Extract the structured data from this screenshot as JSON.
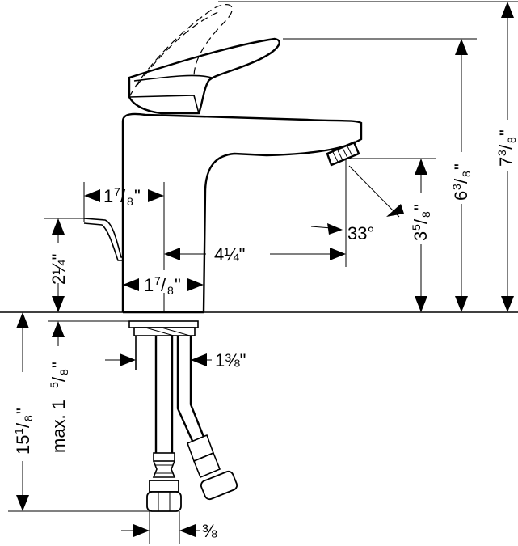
{
  "dimensions": {
    "overall_height": {
      "whole": "7",
      "num": "3",
      "den": "8",
      "unit": "\""
    },
    "handle_top_height": {
      "whole": "6",
      "num": "3",
      "den": "8",
      "unit": "\""
    },
    "spout_outlet_height": {
      "whole": "3",
      "num": "5",
      "den": "8",
      "unit": "\""
    },
    "spout_reach": {
      "text": "4¼\""
    },
    "spray_angle": {
      "text": "33°"
    },
    "lever_offset": {
      "whole": "1",
      "num": "7",
      "den": "8",
      "unit": "\""
    },
    "base_diameter": {
      "whole": "1",
      "num": "7",
      "den": "8",
      "unit": "\""
    },
    "lever_height": {
      "text": "2¼\""
    },
    "shank_diameter": {
      "text": "1⅜\""
    },
    "max_deck_thickness": {
      "prefix": "max. ",
      "whole": "1",
      "num": "5",
      "den": "8",
      "unit": "\""
    },
    "hose_length": {
      "whole": "15",
      "num": "1",
      "den": "8",
      "unit": "\""
    },
    "hose_connection": {
      "text": "⅜"
    }
  }
}
